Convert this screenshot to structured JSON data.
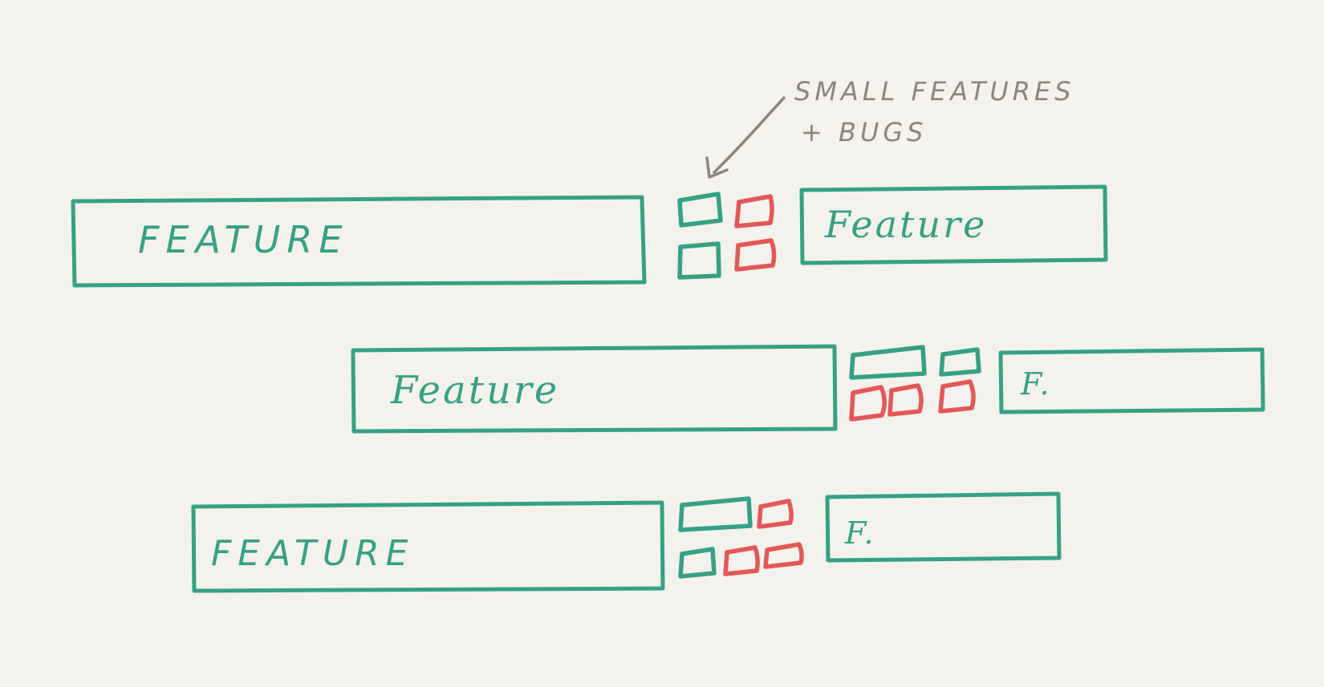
{
  "annotation": {
    "line1": "SMALL FEATURES",
    "line2": "+ BUGS"
  },
  "rows": [
    {
      "name": "release-row-1",
      "feature_box_label": "FEATURE",
      "small_feature_count": 2,
      "small_bug_count": 2,
      "next_feature_box_label": "Feature"
    },
    {
      "name": "release-row-2",
      "feature_box_label": "Feature",
      "small_feature_count": 2,
      "small_bug_count": 3,
      "next_feature_box_label": "F."
    },
    {
      "name": "release-row-3",
      "feature_box_label": "FEATURE",
      "small_feature_count": 2,
      "small_bug_count": 3,
      "next_feature_box_label": "F."
    }
  ],
  "colors": {
    "feature_green": "#35a185",
    "bug_red": "#e25858",
    "annotation_gray": "#8c8679",
    "background": "#f4f2ec"
  }
}
